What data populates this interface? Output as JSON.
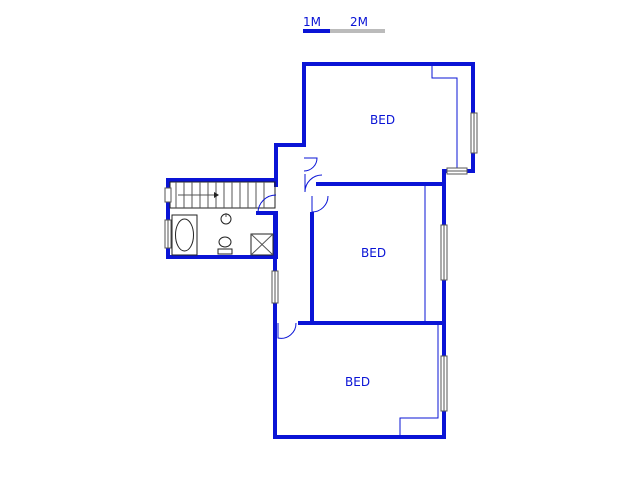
{
  "scale_bar": {
    "label_1": "1M",
    "label_2": "2M",
    "colors": {
      "primary": "#0a14d6",
      "secondary": "#bbbbbb"
    }
  },
  "rooms": [
    {
      "id": "bed-top",
      "label": "BED"
    },
    {
      "id": "bed-middle",
      "label": "BED"
    },
    {
      "id": "bed-bottom",
      "label": "BED"
    }
  ],
  "colors": {
    "wall": "#0a14d6",
    "window_frame": "#555555",
    "background": "#ffffff"
  }
}
